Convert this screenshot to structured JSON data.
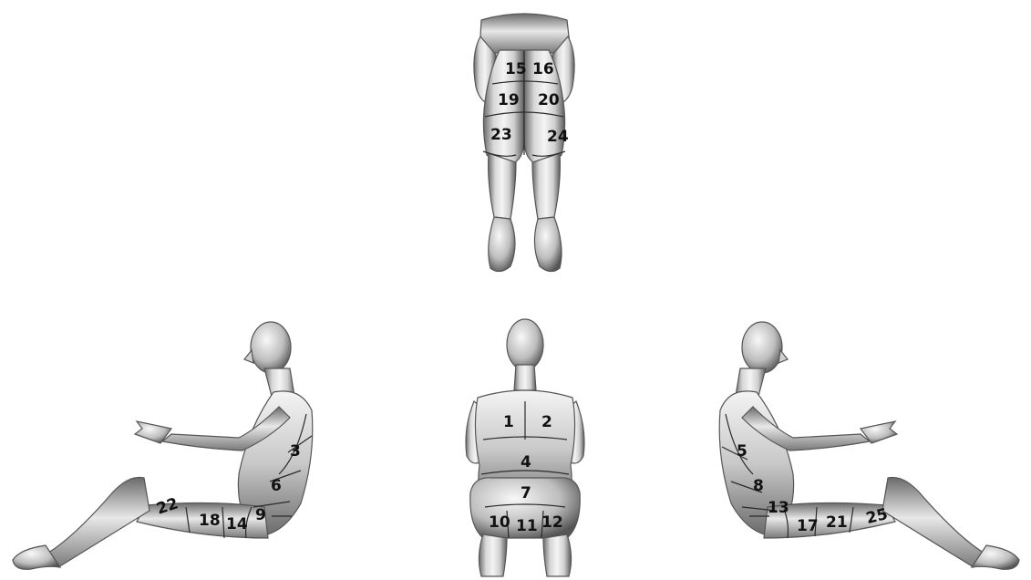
{
  "figure": {
    "views": [
      {
        "id": "thighs-view",
        "zones": [
          "15",
          "16",
          "19",
          "20",
          "23",
          "24"
        ]
      },
      {
        "id": "left-side-view",
        "zones": [
          "3",
          "6",
          "9",
          "14",
          "18",
          "22"
        ]
      },
      {
        "id": "back-view",
        "zones": [
          "1",
          "2",
          "4",
          "7",
          "10",
          "11",
          "12"
        ]
      },
      {
        "id": "right-side-view",
        "zones": [
          "5",
          "8",
          "13",
          "17",
          "21",
          "25"
        ]
      }
    ]
  },
  "colors": {
    "background": "#ffffff",
    "body_light": "#f2f2f2",
    "body_mid": "#c4c4c4",
    "body_dark": "#5e5e5e",
    "seam": "#2a2a2a",
    "label": "#111111"
  }
}
